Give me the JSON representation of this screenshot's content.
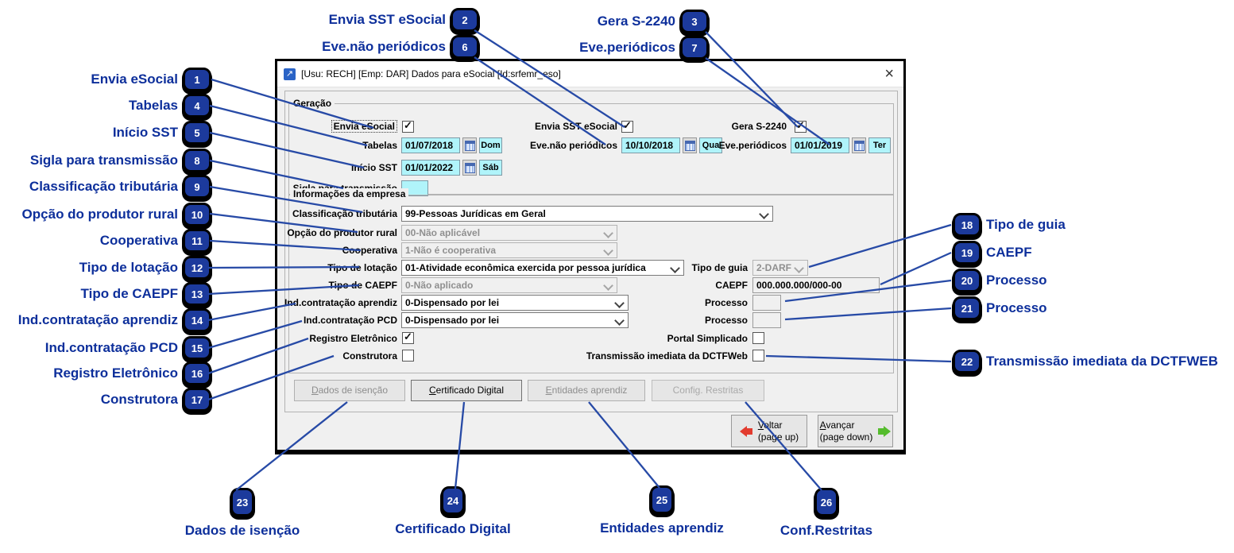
{
  "colors": {
    "badge_blue": "#1c3a9c",
    "annotation_blue": "#0d2f9b",
    "line_blue": "#274aa6",
    "field_cyan": "#b0f4fa"
  },
  "annotations": [
    {
      "n": "1",
      "label": "Envia eSocial"
    },
    {
      "n": "2",
      "label": "Envia SST eSocial"
    },
    {
      "n": "3",
      "label": "Gera S-2240"
    },
    {
      "n": "4",
      "label": "Tabelas"
    },
    {
      "n": "5",
      "label": "Início SST"
    },
    {
      "n": "6",
      "label": "Eve.não periódicos"
    },
    {
      "n": "7",
      "label": "Eve.periódicos"
    },
    {
      "n": "8",
      "label": "Sigla para transmissão"
    },
    {
      "n": "9",
      "label": "Classificação tributária"
    },
    {
      "n": "10",
      "label": "Opção do produtor rural"
    },
    {
      "n": "11",
      "label": "Cooperativa"
    },
    {
      "n": "12",
      "label": "Tipo de lotação"
    },
    {
      "n": "13",
      "label": "Tipo de CAEPF"
    },
    {
      "n": "14",
      "label": "Ind.contratação aprendiz"
    },
    {
      "n": "15",
      "label": "Ind.contratação PCD"
    },
    {
      "n": "16",
      "label": "Registro Eletrônico"
    },
    {
      "n": "17",
      "label": "Construtora"
    },
    {
      "n": "18",
      "label": "Tipo de guia"
    },
    {
      "n": "19",
      "label": "CAEPF"
    },
    {
      "n": "20",
      "label": "Processo"
    },
    {
      "n": "21",
      "label": "Processo"
    },
    {
      "n": "22",
      "label": "Transmissão imediata da DCTFWEB"
    },
    {
      "n": "23",
      "label": "Dados de isenção"
    },
    {
      "n": "24",
      "label": "Certificado Digital"
    },
    {
      "n": "25",
      "label": "Entidades aprendiz"
    },
    {
      "n": "26",
      "label": "Conf.Restritas"
    }
  ],
  "dialog": {
    "title": "[Usu: RECH] [Emp: DAR] Dados para eSocial [Id:srfemr_eso]",
    "close": "×",
    "app_icon": "↗",
    "groups": {
      "geracao": "Geração",
      "empresa": "Informações da empresa"
    },
    "fields": {
      "envia_esocial": "Envia eSocial",
      "envia_sst": "Envia SST eSocial",
      "gera_s2240": "Gera S-2240",
      "tabelas": {
        "label": "Tabelas",
        "value": "01/07/2018",
        "dow": "Dom"
      },
      "eve_nao": {
        "label": "Eve.não periódicos",
        "value": "10/10/2018",
        "dow": "Qua"
      },
      "eve_per": {
        "label": "Eve.periódicos",
        "value": "01/01/2019",
        "dow": "Ter"
      },
      "inicio_sst": {
        "label": "Início SST",
        "value": "01/01/2022",
        "dow": "Sáb"
      },
      "sigla": {
        "label": "Sigla para transmissão",
        "value": ""
      },
      "classificacao": {
        "label": "Classificação tributária",
        "value": "99-Pessoas Jurídicas em Geral"
      },
      "produtor": {
        "label": "Opção do produtor rural",
        "value": "00-Não aplicável"
      },
      "cooperativa": {
        "label": "Cooperativa",
        "value": "1-Não é cooperativa"
      },
      "lotacao": {
        "label": "Tipo de lotação",
        "value": "01-Atividade econômica exercida por pessoa jurídica"
      },
      "guia": {
        "label": "Tipo de guia",
        "value": "2-DARF"
      },
      "tipo_caepf": {
        "label": "Tipo de CAEPF",
        "value": "0-Não aplicado"
      },
      "caepf": {
        "label": "CAEPF",
        "value": "000.000.000/000-00"
      },
      "aprendiz": {
        "label": "Ind.contratação aprendiz",
        "value": "0-Dispensado por lei"
      },
      "processo1": {
        "label": "Processo",
        "value": ""
      },
      "pcd": {
        "label": "Ind.contratação PCD",
        "value": "0-Dispensado por lei"
      },
      "processo2": {
        "label": "Processo",
        "value": ""
      },
      "registro": "Registro Eletrônico",
      "portal": "Portal Simplicado",
      "construtora": "Construtora",
      "dctfweb": "Transmissão imediata da DCTFWeb"
    },
    "checks": {
      "envia_esocial": true,
      "envia_sst": true,
      "gera_s2240": true,
      "registro": true,
      "portal": false,
      "construtora": false,
      "dctfweb": false
    },
    "buttons": {
      "isencao": "Dados de isenção",
      "certificado": "Certificado Digital",
      "entidades": "Entidades aprendiz",
      "config": "Config. Restritas"
    },
    "nav": {
      "voltar": "Voltar",
      "voltar_sub": "(page up)",
      "avancar": "Avançar",
      "avancar_sub": "(page down)"
    }
  }
}
